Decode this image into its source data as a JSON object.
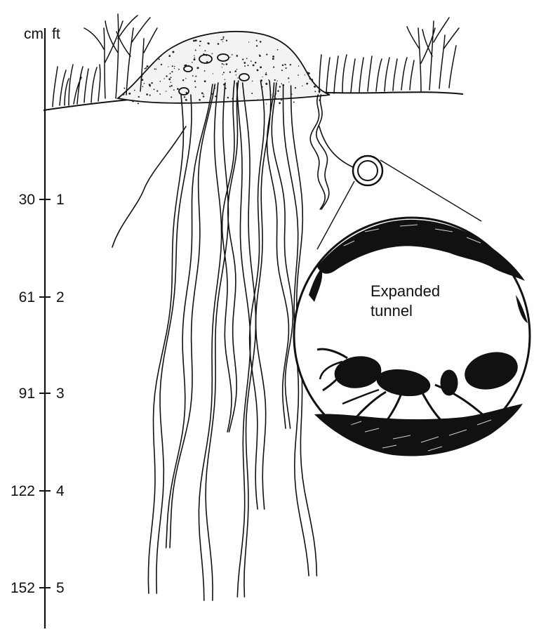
{
  "scale": {
    "unit_left": "cm",
    "unit_right": "ft",
    "ticks": [
      {
        "cm": "30",
        "ft": "1"
      },
      {
        "cm": "61",
        "ft": "2"
      },
      {
        "cm": "91",
        "ft": "3"
      },
      {
        "cm": "122",
        "ft": "4"
      },
      {
        "cm": "152",
        "ft": "5"
      }
    ]
  },
  "inset": {
    "caption_line1": "Expanded",
    "caption_line2": "tunnel"
  },
  "colors": {
    "ink": "#111111",
    "soil_dot": "#222222",
    "background": "#ffffff"
  }
}
